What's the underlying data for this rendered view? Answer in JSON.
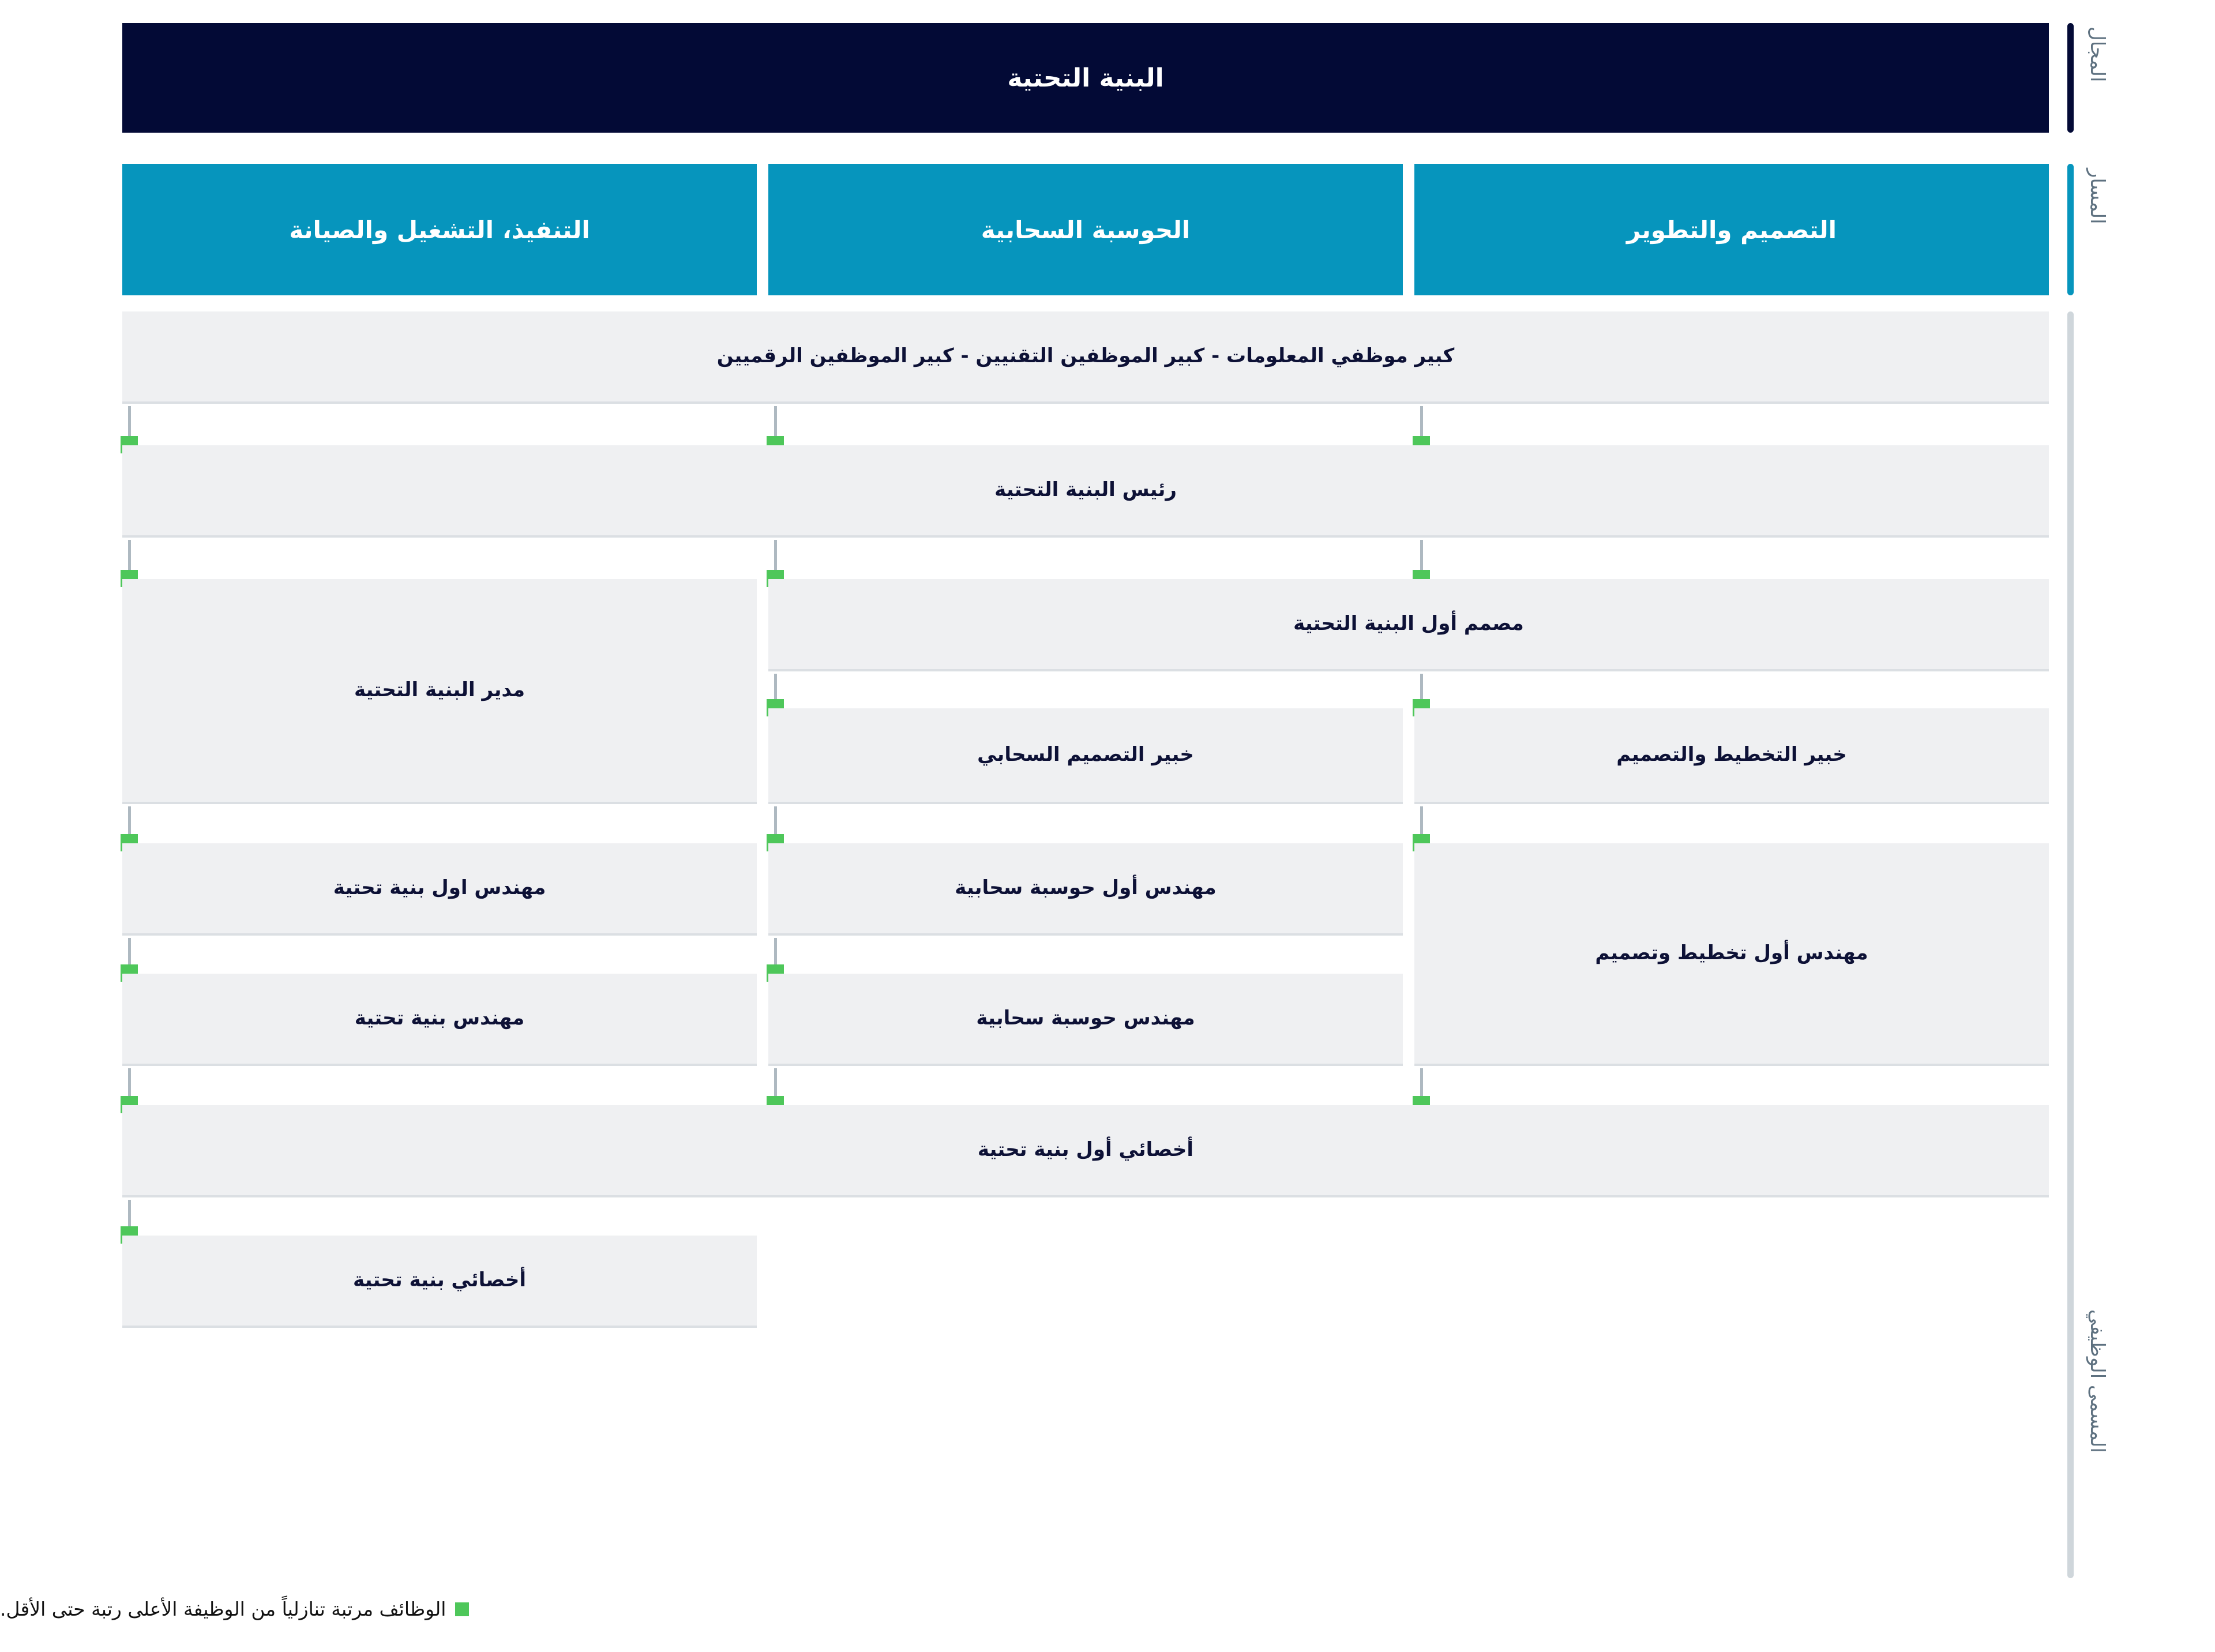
{
  "domain": {
    "rail_label": "المجال",
    "title": "البنية التحتية"
  },
  "track": {
    "rail_label": "المسار",
    "columns": [
      {
        "id": "design",
        "label": "التصميم والتطوير"
      },
      {
        "id": "cloud",
        "label": "الحوسبة السحابية"
      },
      {
        "id": "operations",
        "label": "التنفيذ، التشغيل والصيانة"
      }
    ]
  },
  "jobs": {
    "rail_label": "المسمى الوظيفي",
    "rows": [
      {
        "id": "r1",
        "label": "كبير موظفي المعلومات  - كبير الموظفين التقنيين  - كبير الموظفين الرقميين",
        "span": "all"
      },
      {
        "id": "r2",
        "label": "رئيس البنية التحتية",
        "span": "all"
      },
      {
        "id": "r3a",
        "label": "مصمم أول البنية التحتية",
        "span": "design-cloud"
      },
      {
        "id": "r3b",
        "label": "مدير البنية التحتية",
        "span": "operations"
      },
      {
        "id": "r4a",
        "label": "خبير التخطيط والتصميم",
        "span": "design"
      },
      {
        "id": "r4b",
        "label": "خبير التصميم السحابي",
        "span": "cloud"
      },
      {
        "id": "r5a",
        "label": "مهندس أول تخطيط وتصميم",
        "span": "design"
      },
      {
        "id": "r5b",
        "label": "مهندس أول حوسبة سحابية",
        "span": "cloud"
      },
      {
        "id": "r5c",
        "label": "مهندس اول بنية تحتية",
        "span": "operations"
      },
      {
        "id": "r6b",
        "label": "مهندس حوسبة سحابية",
        "span": "cloud"
      },
      {
        "id": "r6c",
        "label": "مهندس بنية تحتية",
        "span": "operations"
      },
      {
        "id": "r7",
        "label": "أخصائي أول بنية تحتية",
        "span": "all"
      },
      {
        "id": "r8",
        "label": "أخصائي بنية تحتية",
        "span": "operations"
      }
    ]
  },
  "legend": {
    "note": "الوظائف مرتبة تنازلياً  من الوظيفة الأعلى رتبة حتى الأقل.",
    "marker_color": "#4ec75a"
  },
  "colors": {
    "domain_bg": "#030a36",
    "track_bg": "#0695bd",
    "cell_bg": "#eff0f2",
    "cell_border": "#dbdfe3",
    "connector": "#aeb9c1",
    "node": "#4ec75a",
    "rail_text": "#5e7180",
    "job_text": "#0d1136"
  }
}
